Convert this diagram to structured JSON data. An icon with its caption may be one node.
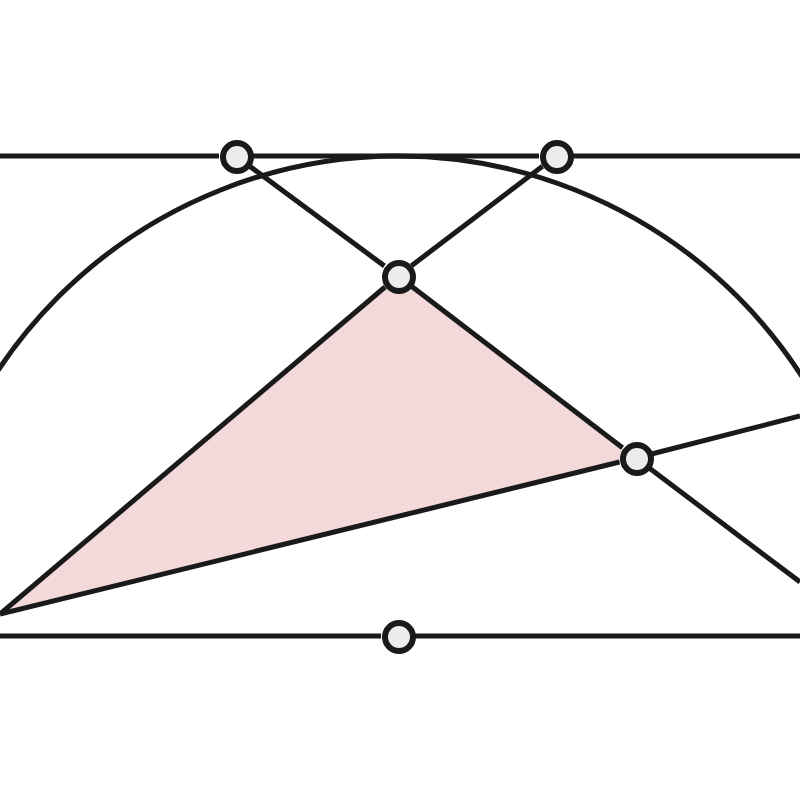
{
  "diagram": {
    "nodes": [
      {
        "text": [],
        "shape": "circle"
      },
      {
        "text": [],
        "shape": "circle"
      },
      {
        "text": [],
        "shape": "circle"
      },
      {
        "text": [],
        "shape": "circle"
      },
      {
        "text": [],
        "shape": "circle"
      }
    ],
    "edges": [
      {
        "from": 0,
        "to": 1,
        "arrow": "none"
      },
      {
        "from": 0,
        "to": 2,
        "arrow": "none"
      },
      {
        "from": 1,
        "to": 2,
        "arrow": "none"
      },
      {
        "from": 2,
        "to": 3,
        "arrow": "none"
      },
      {
        "from": null,
        "to": 0,
        "arrow": "none"
      },
      {
        "from": 1,
        "to": null,
        "arrow": "none"
      },
      {
        "from": null,
        "to": 4,
        "arrow": "none"
      },
      {
        "from": 4,
        "to": null,
        "arrow": "none"
      },
      {
        "from": 2,
        "to": null,
        "arrow": "none"
      },
      {
        "from": 3,
        "to": null,
        "arrow": "none"
      },
      {
        "from": null,
        "to": 3,
        "arrow": "none"
      },
      {
        "from": 3,
        "to": null,
        "arrow": "none"
      }
    ]
  }
}
